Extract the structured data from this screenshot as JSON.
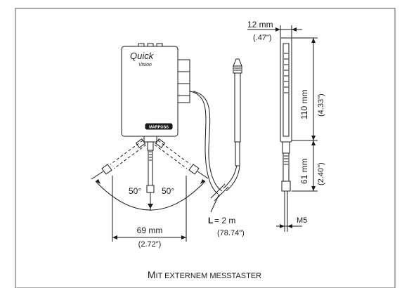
{
  "brand": {
    "logo_line1": "Quick",
    "logo_line2": "Vision",
    "plate": "MARPOSS"
  },
  "dimensions": {
    "width_top": "12 mm",
    "width_top_inch": "(.47\")",
    "height_body": "110 mm",
    "height_body_inch": "(4.33\")",
    "height_probe": "61 mm",
    "height_probe_inch": "(2.40\")",
    "thread": "M5",
    "width_bottom": "69 mm",
    "width_bottom_inch": "(2.72\")",
    "angle_left": "50°",
    "angle_right": "50°",
    "cable_label_letter": "L",
    "cable_label_rest": "= 2 m",
    "cable_length_inch": "(78.74\")"
  },
  "caption": {
    "first": "M",
    "rest": "IT EXTERNEM MESSTASTER"
  },
  "colors": {
    "line": "#1a1a1a",
    "frame": "#555555",
    "background": "#ffffff"
  }
}
